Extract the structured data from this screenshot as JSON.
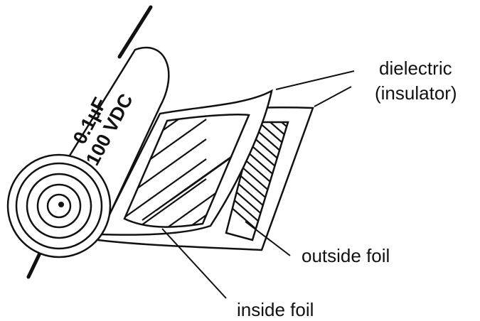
{
  "capacitor": {
    "capacitance": "0.1µF",
    "voltage": "100 VDC"
  },
  "labels": {
    "dielectric_line1": "dielectric",
    "dielectric_line2": "(insulator)",
    "outside_foil": "outside foil",
    "inside_foil": "inside foil"
  },
  "colors": {
    "ink": "#111111",
    "paper": "#ffffff"
  }
}
